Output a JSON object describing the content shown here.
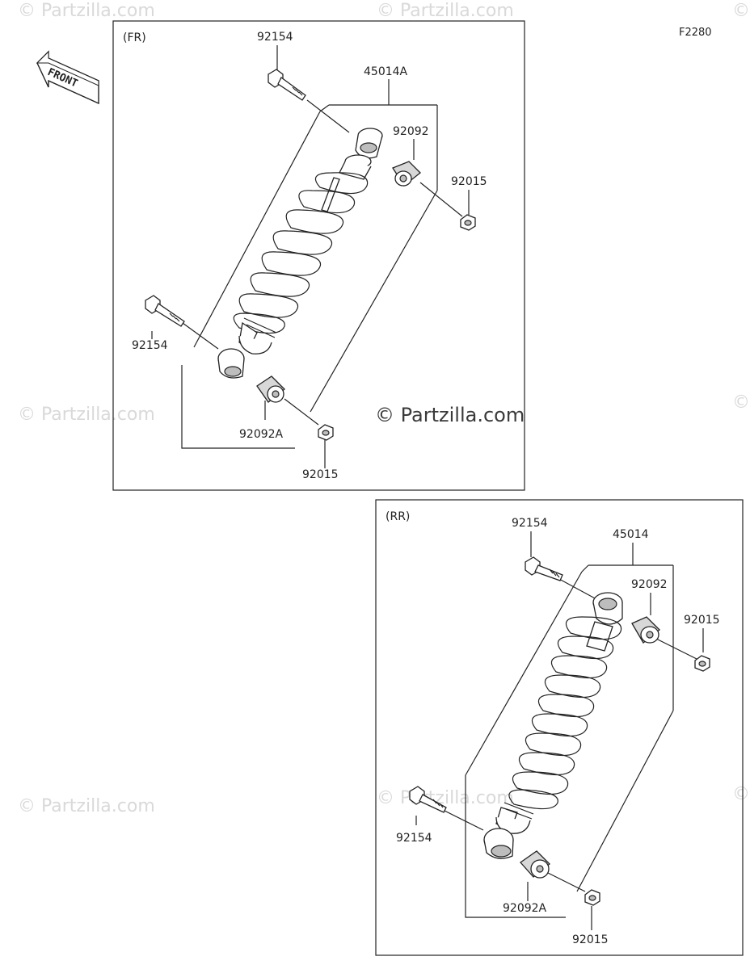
{
  "figure_code": "F2280",
  "front_arrow_label": "FRONT",
  "watermark_text": "© Partzilla.com",
  "front_panel": {
    "tag": "(FR)",
    "labels": {
      "bolt_top": "92154",
      "shock_assembly": "45014A",
      "bushing_top": "92092",
      "nut_top": "92015",
      "bolt_bottom": "92154",
      "bushing_bottom": "92092A",
      "nut_bottom": "92015"
    }
  },
  "rear_panel": {
    "tag": "(RR)",
    "labels": {
      "bolt_top": "92154",
      "shock_assembly": "45014",
      "bushing_top": "92092",
      "nut_top": "92015",
      "bolt_bottom": "92154",
      "bushing_bottom": "92092A",
      "nut_bottom": "92015"
    }
  },
  "colors": {
    "line": "#222222",
    "watermark": "#d9d9d9",
    "part_fill": "#d8d8d8"
  }
}
